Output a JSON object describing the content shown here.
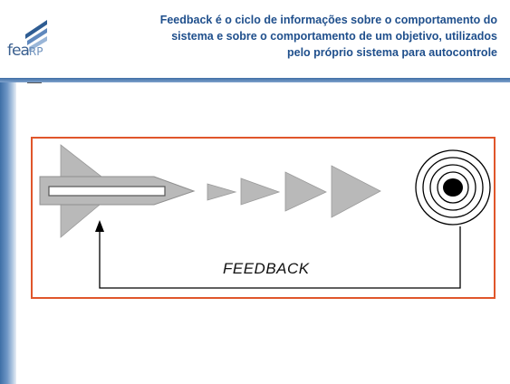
{
  "header": {
    "logo_text": "fea",
    "logo_suffix": "RP",
    "title_lines": [
      "Feedback é o ciclo de informações sobre o comportamento do",
      "sistema e sobre o comportamento de um objetivo, utilizados",
      "pelo próprio sistema para autocontrole"
    ]
  },
  "diagram": {
    "feedback_label": "FEEDBACK",
    "frame_color": "#e0562b",
    "arrow_fill": "#b9b9b9",
    "target_color": "#000000"
  }
}
